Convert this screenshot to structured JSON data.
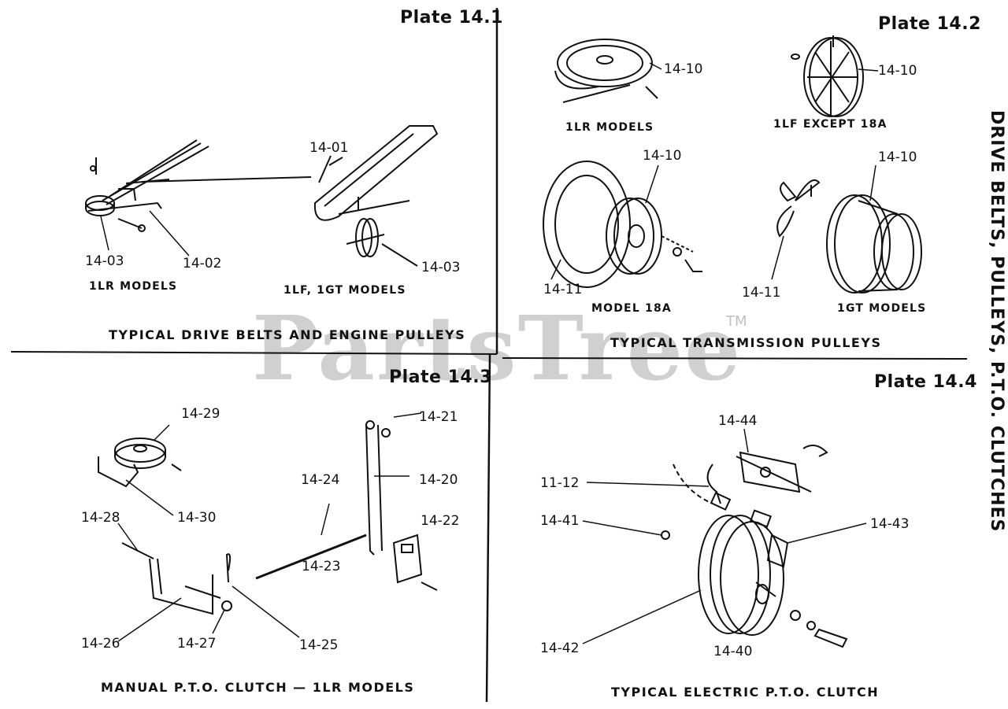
{
  "watermark": {
    "text": "PartsTree",
    "tm": "TM"
  },
  "side_title": "DRIVE BELTS, PULLEYS, P.T.O. CLUTCHES",
  "plates": {
    "p1": {
      "title": "Plate 14.1",
      "caption": "TYPICAL DRIVE BELTS AND ENGINE PULLEYS",
      "models": [
        "1LR MODELS",
        "1LF, 1GT MODELS"
      ],
      "parts": [
        "14-01",
        "14-03",
        "14-02",
        "14-03"
      ]
    },
    "p2": {
      "title": "Plate 14.2",
      "caption": "TYPICAL TRANSMISSION PULLEYS",
      "models": [
        "1LR MODELS",
        "1LF EXCEPT 18A",
        "MODEL 18A",
        "1GT MODELS"
      ],
      "parts": [
        "14-10",
        "14-10",
        "14-10",
        "14-11",
        "14-10",
        "14-11"
      ]
    },
    "p3": {
      "title": "Plate 14.3",
      "caption": "MANUAL P.T.O. CLUTCH — 1LR MODELS",
      "parts": [
        "14-29",
        "14-21",
        "14-20",
        "14-24",
        "14-22",
        "14-30",
        "14-28",
        "14-23",
        "14-26",
        "14-27",
        "14-25"
      ]
    },
    "p4": {
      "title": "Plate 14.4",
      "caption": "TYPICAL ELECTRIC P.T.O. CLUTCH",
      "parts": [
        "14-44",
        "11-12",
        "14-41",
        "14-43",
        "14-42",
        "14-40"
      ]
    }
  }
}
